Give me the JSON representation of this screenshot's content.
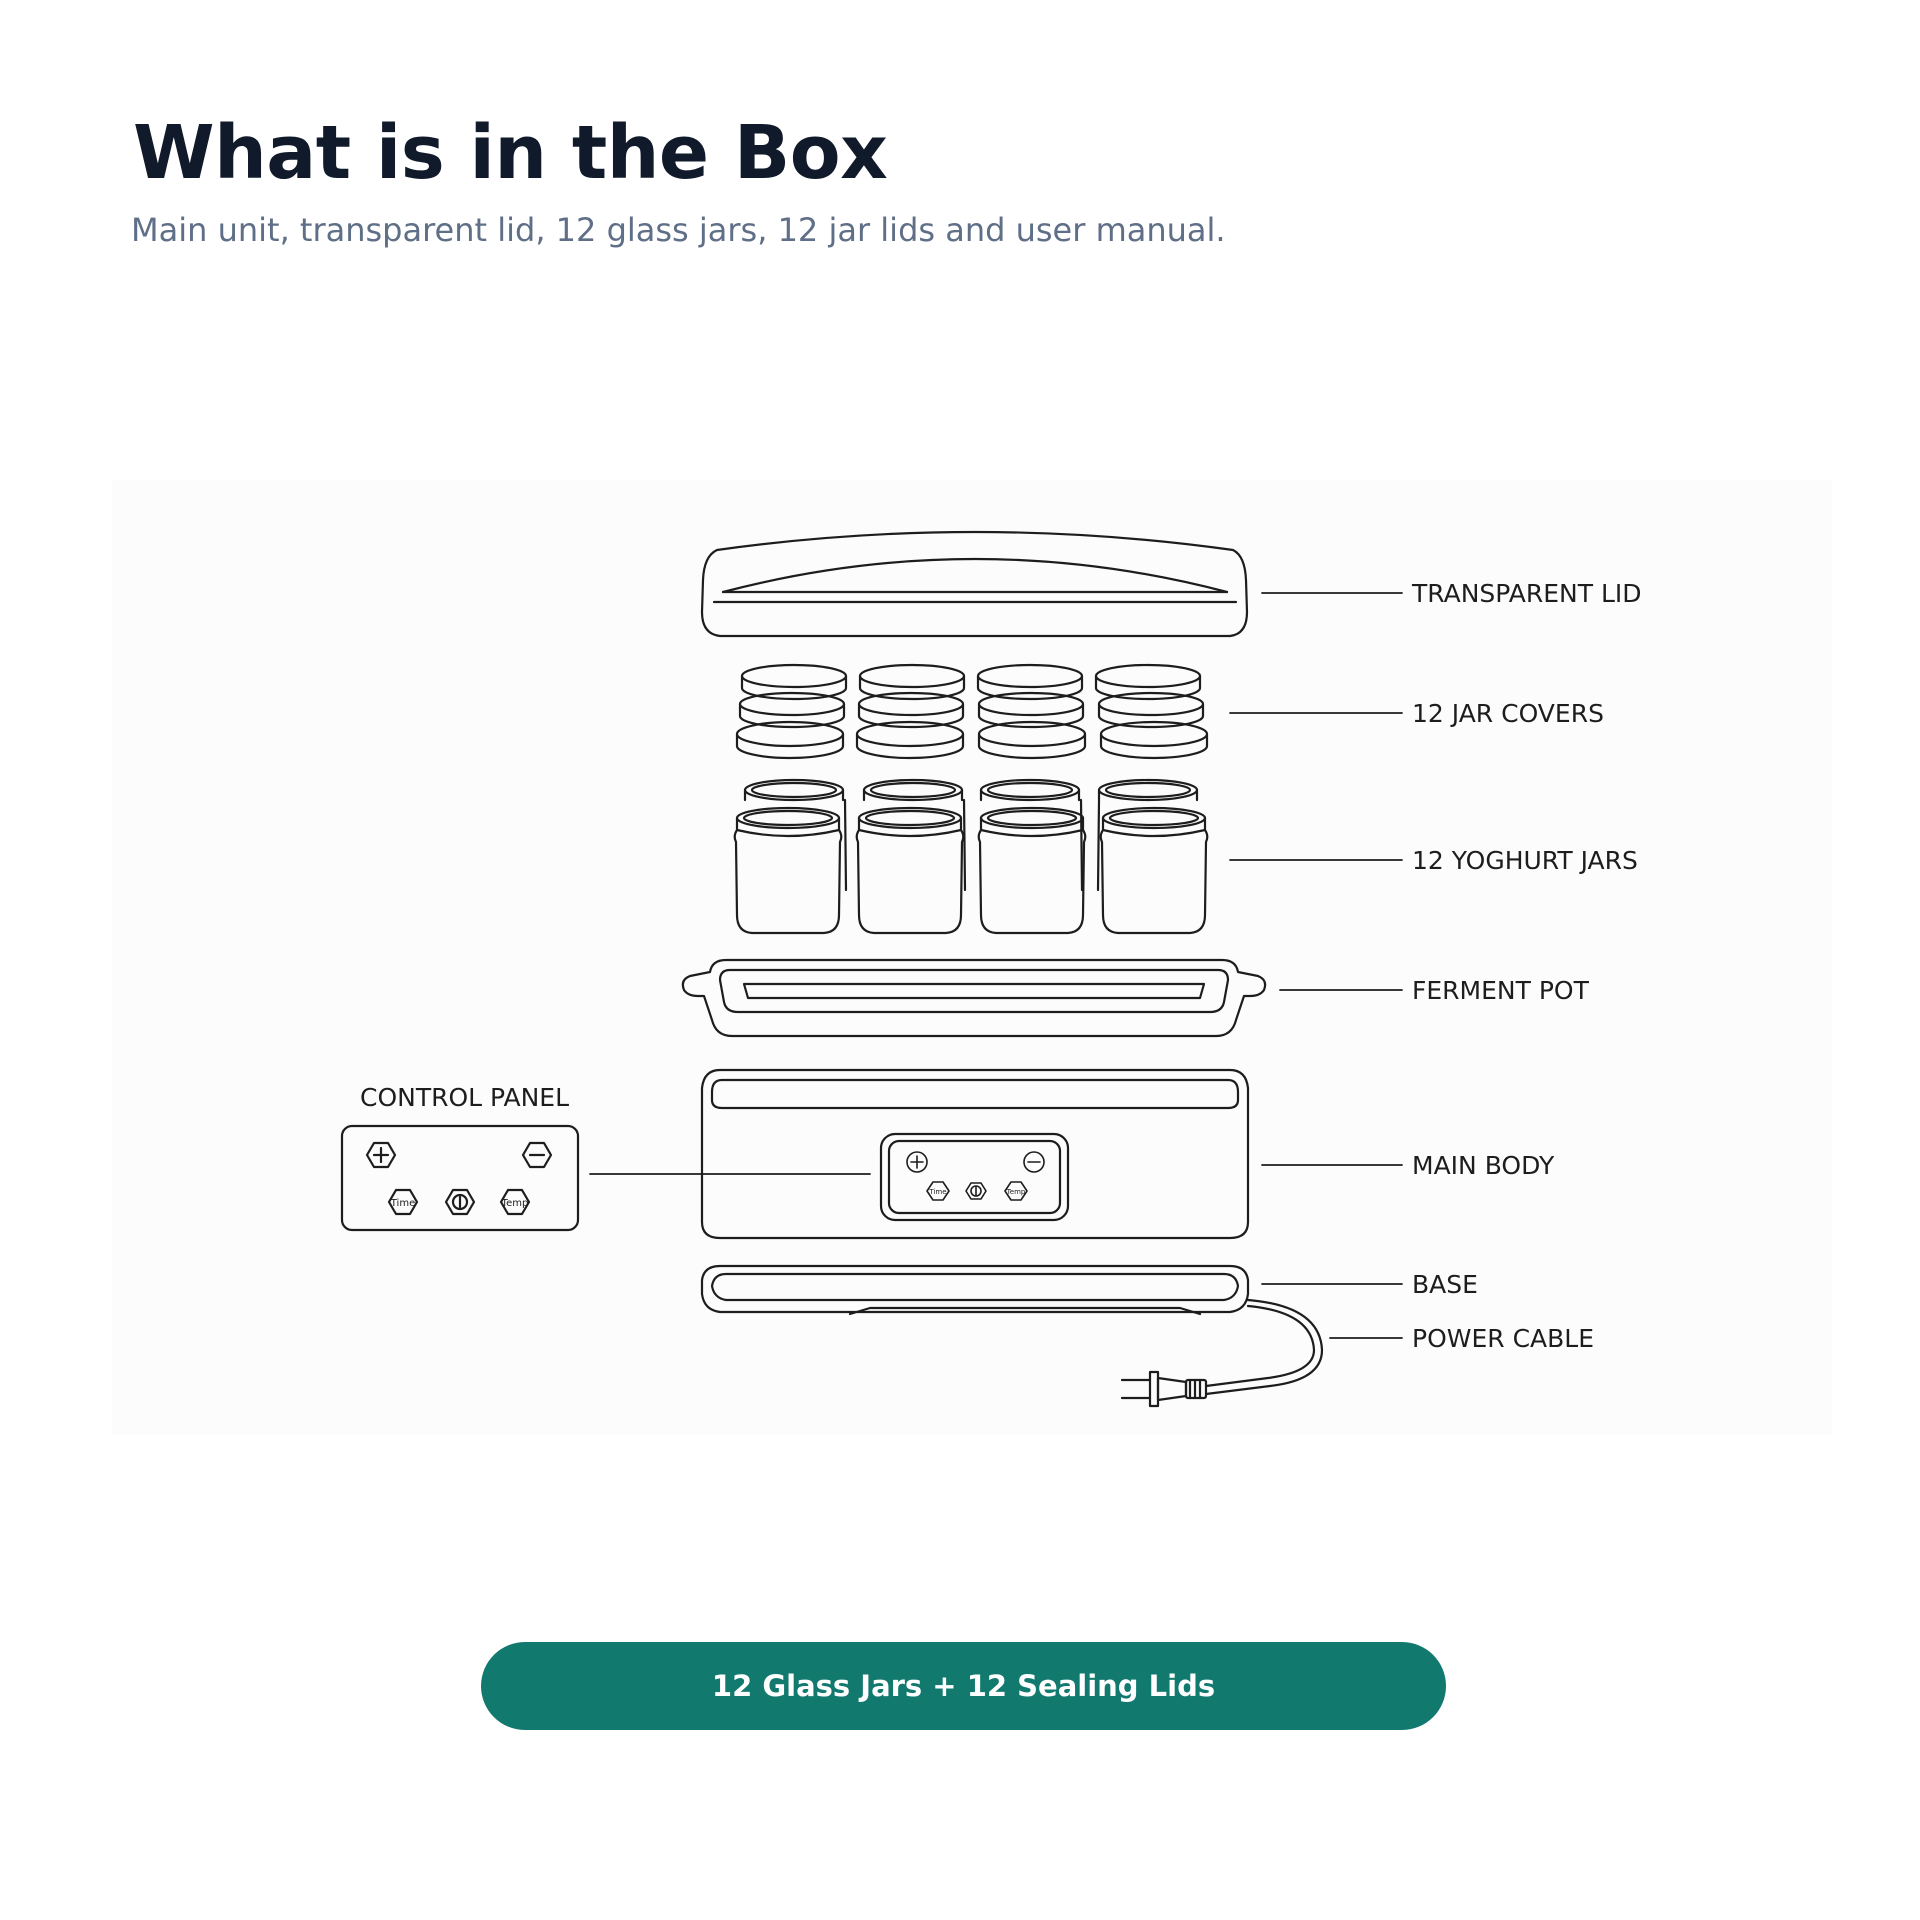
{
  "header": {
    "title": "What is in the Box",
    "subtitle": "Main unit, transparent lid, 12 glass jars, 12 jar lids and user manual."
  },
  "diagram": {
    "labels": {
      "transparent_lid": "TRANSPARENT LID",
      "jar_covers": "12 JAR COVERS",
      "yoghurt_jars": "12 YOGHURT JARS",
      "ferment_pot": "FERMENT POT",
      "main_body": "MAIN BODY",
      "base": "BASE",
      "power_cable": "POWER CABLE",
      "control_panel": "CONTROL PANEL"
    },
    "control_panel_buttons": {
      "time": "Time",
      "temp": "Temp"
    }
  },
  "cta": {
    "label": "12 Glass Jars + 12 Sealing Lids"
  },
  "colors": {
    "title": "#101a2b",
    "subtitle": "#5f6f87",
    "line_art": "#1d1d1d",
    "cta_background": "#12796e",
    "cta_text": "#ffffff"
  }
}
